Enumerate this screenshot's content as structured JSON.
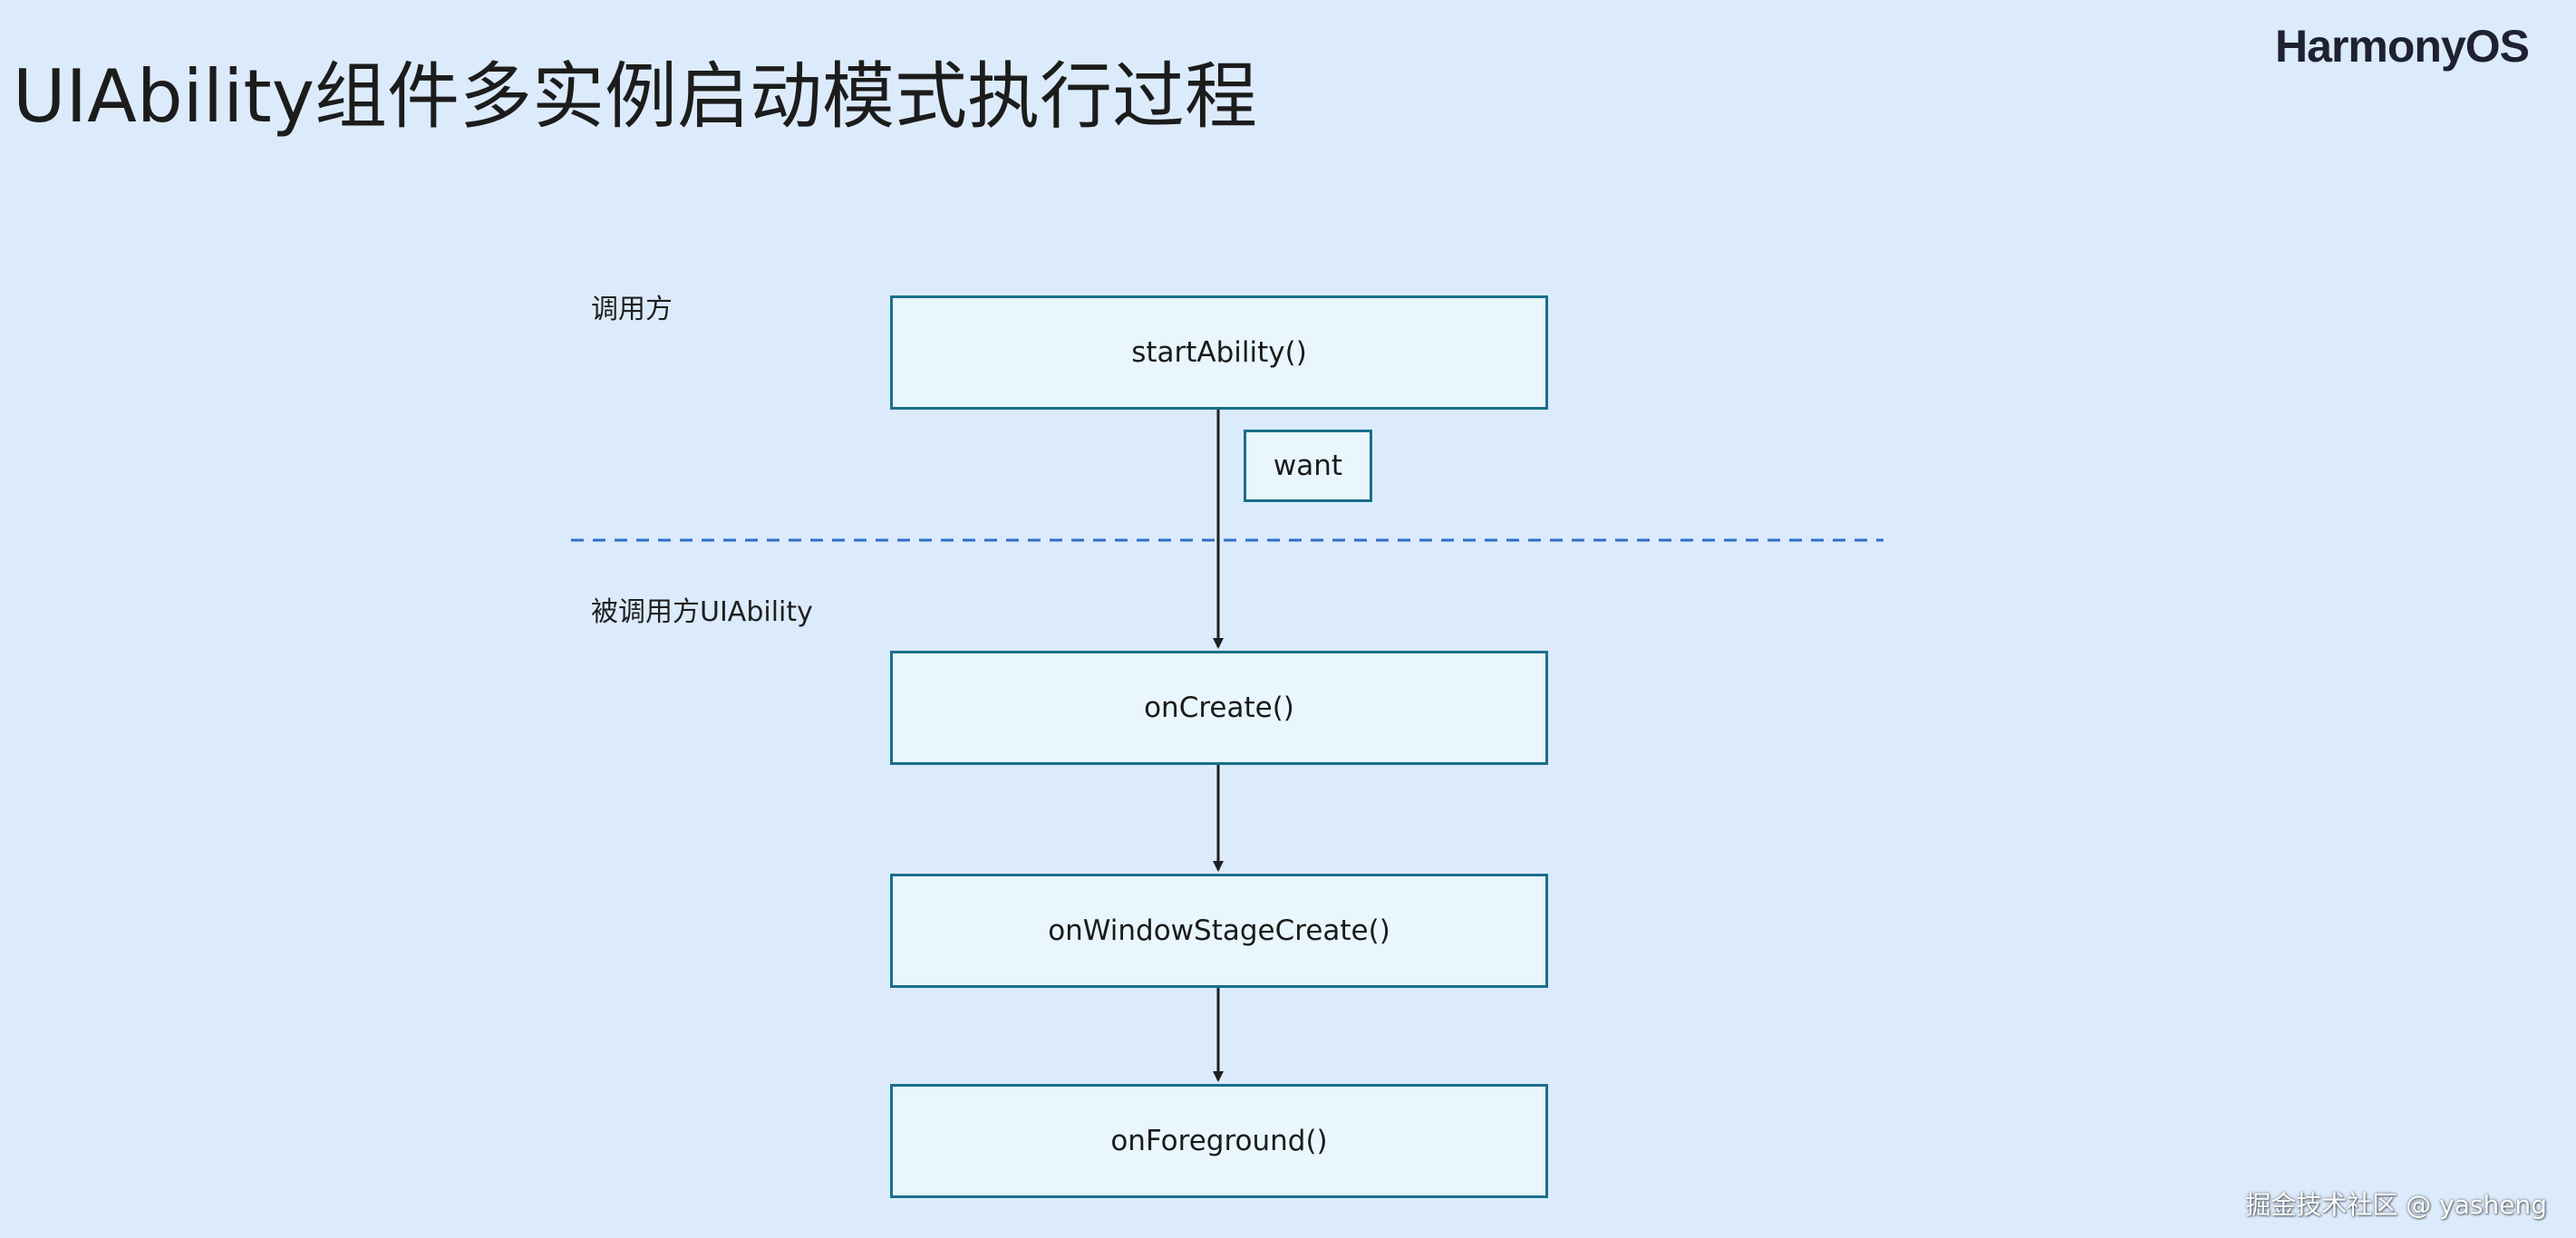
{
  "slide": {
    "title": "UIAbility组件多实例启动模式执行过程",
    "logo": "HarmonyOS"
  },
  "diagram": {
    "caller_label": "调用方",
    "callee_label": "被调用方UIAbility",
    "nodes": {
      "start_ability": "startAbility()",
      "want": "want",
      "on_create": "onCreate()",
      "on_window_stage_create": "onWindowStageCreate()",
      "on_foreground": "onForeground()"
    },
    "colors": {
      "box_border": "#1a6f8a",
      "box_fill": "#e9f6fd",
      "divider": "#2f6fc6",
      "arrow": "#1f1f1f",
      "background": "#dcebfb"
    }
  },
  "watermark": "掘金技术社区 @ yasheng"
}
